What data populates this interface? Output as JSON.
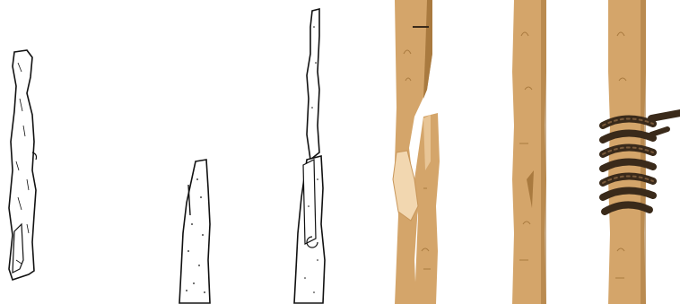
{
  "diagram": {
    "panels": [
      {
        "id": "scion-cut",
        "style": "line-drawing"
      },
      {
        "id": "rootstock-cut",
        "style": "line-drawing"
      },
      {
        "id": "joined",
        "style": "line-drawing"
      },
      {
        "id": "color-cut",
        "style": "color"
      },
      {
        "id": "color-joined",
        "style": "color"
      },
      {
        "id": "color-tied",
        "style": "color"
      }
    ],
    "colors": {
      "ink": "#111111",
      "wood": "#d4a56a",
      "wood_dark": "#a97a3f",
      "wood_light": "#e8c596",
      "cut_face": "#f2d7b0",
      "twine": "#3a2a1a",
      "twine_light": "#7a5a3a"
    }
  }
}
